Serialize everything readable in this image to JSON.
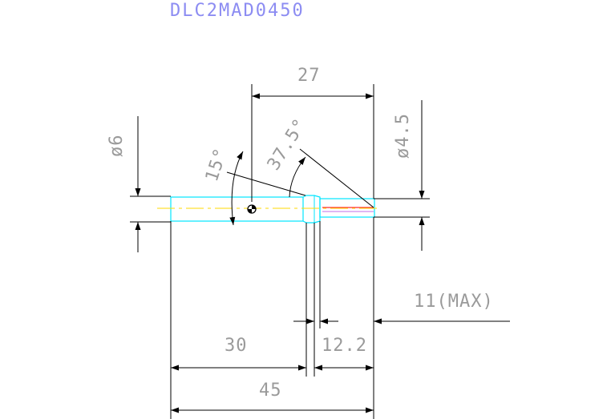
{
  "drawing": {
    "title": "DLC2MAD0450",
    "dimensions": {
      "overall_length": "45",
      "shank_length": "30",
      "tip_length": "12.2",
      "tip_top": "27",
      "extension": "11(MAX)",
      "diameter_large": "ø6",
      "diameter_small": "ø4.5",
      "angle_small": "15°",
      "angle_large": "37.5°"
    }
  },
  "colors": {
    "background": "#ffffff",
    "paper": "#ffffff",
    "outline": "#000000",
    "text": "#9a9a9a",
    "title": "#8c8cf2",
    "part_outline": "#00e5ff",
    "centerline": "#ffd800",
    "tip_edge": "#ff2a2a",
    "tip_hidden": "#c06ee8"
  }
}
